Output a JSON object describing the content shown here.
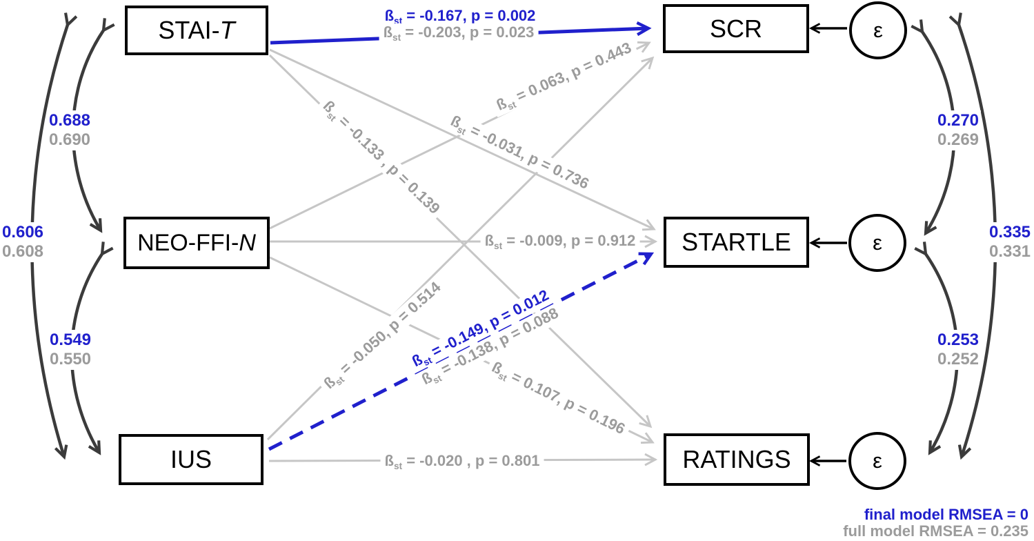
{
  "diagram": {
    "boxes": {
      "stai": {
        "main": "STAI-",
        "italic": "T"
      },
      "neo": {
        "main": "NEO-FFI-",
        "italic": "N"
      },
      "ius": {
        "main": "IUS",
        "italic": ""
      },
      "scr": "SCR",
      "startle": "STARTLE",
      "ratings": "RATINGS"
    },
    "epsilon": "ε",
    "paths": {
      "stai_scr": {
        "final": {
          "beta": "ß",
          "sub": "st",
          "rest": " = -0.167, p = 0.002"
        },
        "full": {
          "beta": "ß",
          "sub": "st",
          "rest": " = -0.203, p = 0.023"
        }
      },
      "stai_startle": {
        "est": {
          "beta": "ß",
          "sub": "st",
          "rest": " = -0.031, p = 0.736"
        }
      },
      "stai_ratings": {
        "est": {
          "beta": "ß",
          "sub": "st",
          "rest": " = -0.133 , p = 0.139"
        }
      },
      "neo_scr": {
        "est": {
          "beta": "ß",
          "sub": "st",
          "rest": " = 0.063, p = 0.443"
        }
      },
      "neo_startle": {
        "est": {
          "beta": "ß",
          "sub": "st",
          "rest": " = -0.009, p = 0.912"
        }
      },
      "neo_ratings": {
        "est": {
          "beta": "ß",
          "sub": "st",
          "rest": " = 0.107, p = 0.196"
        }
      },
      "ius_scr": {
        "est": {
          "beta": "ß",
          "sub": "st",
          "rest": " = -0.050, p = 0.514"
        }
      },
      "ius_startle": {
        "final": {
          "beta": "ß",
          "sub": "st",
          "rest": " = -0.149, p = 0.012"
        },
        "full": {
          "beta": "ß",
          "sub": "st",
          "rest": " = -0.138, p = 0.088"
        }
      },
      "ius_ratings": {
        "est": {
          "beta": "ß",
          "sub": "st",
          "rest": " = -0.020 , p = 0.801"
        }
      }
    },
    "corr_left": {
      "stai_neo": {
        "final": "0.688",
        "full": "0.690"
      },
      "stai_ius": {
        "final": "0.606",
        "full": "0.608"
      },
      "neo_ius": {
        "final": "0.549",
        "full": "0.550"
      }
    },
    "corr_right": {
      "scr_startle": {
        "final": "0.270",
        "full": "0.269"
      },
      "scr_ratings": {
        "final": "0.335",
        "full": "0.331"
      },
      "startle_ratings": {
        "final": "0.253",
        "full": "0.252"
      }
    },
    "footer": {
      "final": "final model RMSEA = 0",
      "full": "full model RMSEA = 0.235"
    },
    "colors": {
      "final_blue": "#2020cc",
      "full_gray": "#9b9b9b",
      "path_gray": "#c6c6c6",
      "dark_arrow": "#3b3b3b"
    }
  }
}
